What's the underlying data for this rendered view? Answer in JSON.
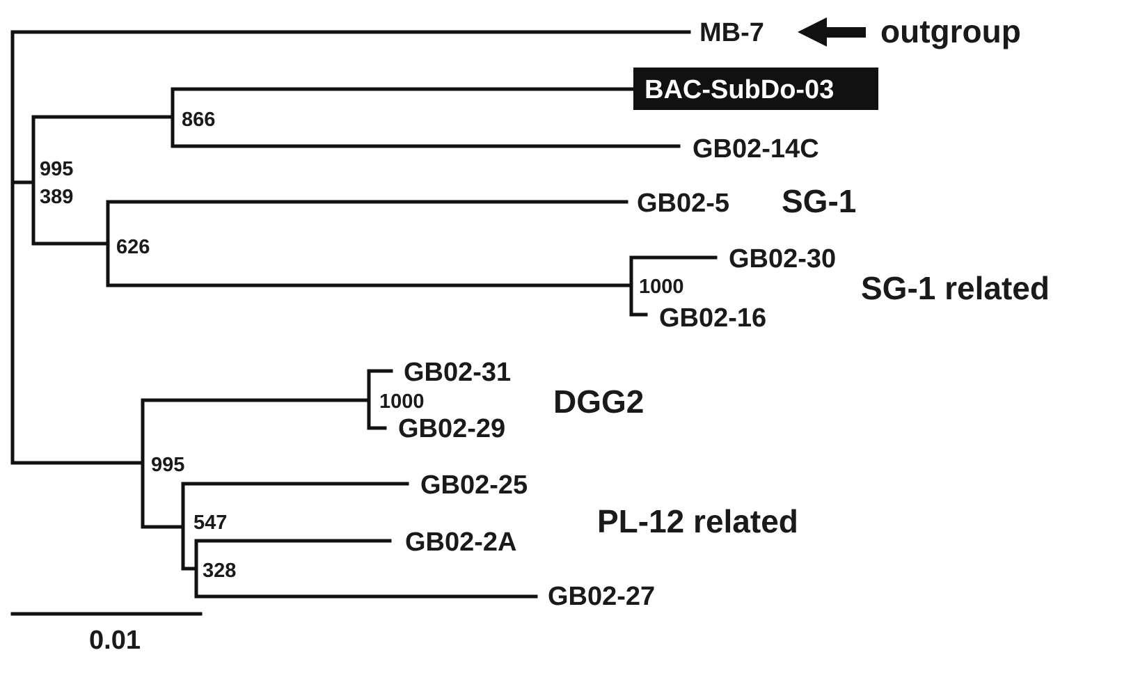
{
  "tree": {
    "leaves": [
      {
        "id": "mb7",
        "label": "MB-7"
      },
      {
        "id": "bac",
        "label": "BAC-SubDo-03",
        "highlight": true
      },
      {
        "id": "g14c",
        "label": "GB02-14C"
      },
      {
        "id": "g5",
        "label": "GB02-5"
      },
      {
        "id": "g30",
        "label": "GB02-30"
      },
      {
        "id": "g16",
        "label": "GB02-16"
      },
      {
        "id": "g31",
        "label": "GB02-31"
      },
      {
        "id": "g29",
        "label": "GB02-29"
      },
      {
        "id": "g25",
        "label": "GB02-25"
      },
      {
        "id": "g2a",
        "label": "GB02-2A"
      },
      {
        "id": "g27",
        "label": "GB02-27"
      }
    ],
    "bootstrap": [
      {
        "id": "n866",
        "text": "866"
      },
      {
        "id": "n995a",
        "text": "995"
      },
      {
        "id": "n389",
        "text": "389"
      },
      {
        "id": "n626",
        "text": "626"
      },
      {
        "id": "n1000a",
        "text": "1000"
      },
      {
        "id": "n1000b",
        "text": "1000"
      },
      {
        "id": "n995b",
        "text": "995"
      },
      {
        "id": "n547",
        "text": "547"
      },
      {
        "id": "n328",
        "text": "328"
      }
    ],
    "groups": [
      {
        "id": "outgroup",
        "label": "outgroup"
      },
      {
        "id": "sg1",
        "label": "SG-1"
      },
      {
        "id": "sg1r",
        "label": "SG-1 related"
      },
      {
        "id": "dgg2",
        "label": "DGG2"
      },
      {
        "id": "pl12",
        "label": "PL-12 related"
      }
    ],
    "scale_bar": {
      "label": "0.01",
      "value": 0.01
    }
  }
}
